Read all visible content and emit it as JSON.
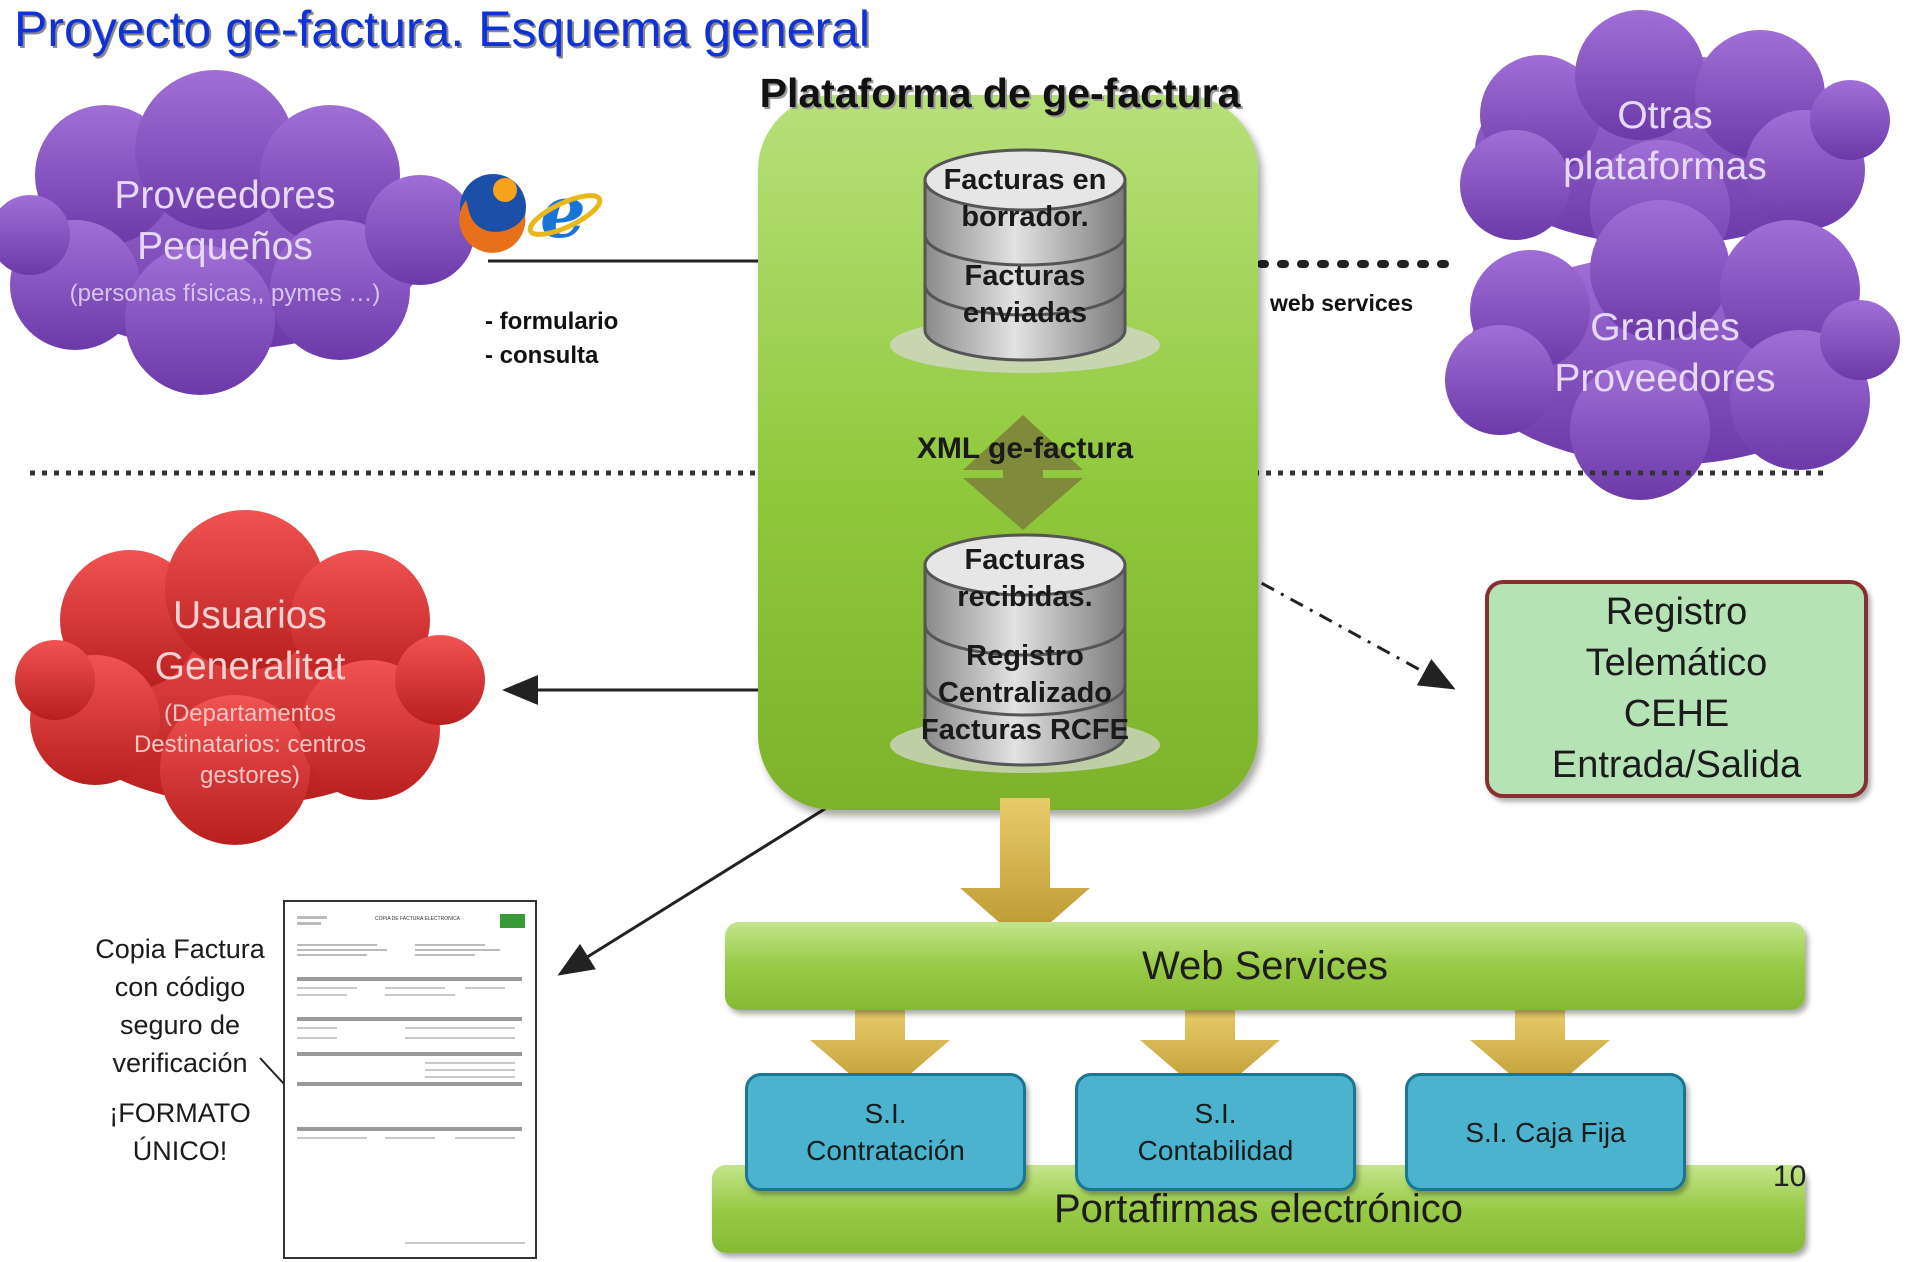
{
  "title": "Proyecto ge-factura. Esquema general",
  "platform": {
    "title": "Plataforma de ge-factura",
    "db_top": {
      "label1": "Facturas en borrador.",
      "label2": "Facturas enviadas"
    },
    "xml_label": "XML ge-factura",
    "db_bottom": {
      "label1": "Facturas recibidas.",
      "label2": "Registro Centralizado Facturas RCFE"
    }
  },
  "clouds": {
    "proveedores": {
      "title": "Proveedores Pequeños",
      "sub": "(personas físicas,, pymes …)"
    },
    "otras": {
      "title": "Otras plataformas"
    },
    "grandes": {
      "title": "Grandes Proveedores"
    },
    "usuarios": {
      "title": "Usuarios Generalitat",
      "sub": "(Departamentos Destinatarios: centros gestores)"
    }
  },
  "access": {
    "line1": "- formulario",
    "line2": "- consulta"
  },
  "web_services_label": "web services",
  "registro": {
    "line1": "Registro",
    "line2": "Telemático",
    "line3": "CEHE",
    "line4": "Entrada/Salida"
  },
  "bars": {
    "web_services": "Web Services",
    "portafirmas": "Portafirmas electrónico"
  },
  "systems": [
    {
      "line1": "S.I.",
      "line2": "Contratación"
    },
    {
      "line1": "S.I.",
      "line2": "Contabilidad"
    },
    {
      "line1": "S.I. Caja Fija",
      "line2": ""
    }
  ],
  "copia": {
    "l1": "Copia Factura",
    "l2": "con código",
    "l3": "seguro de",
    "l4": "verificación",
    "l5": "¡FORMATO",
    "l6": "ÚNICO!"
  },
  "document": {
    "heading": "COPIA DE FACTURA ELECTRONICA"
  },
  "page_number": "10",
  "colors": {
    "title": "#1030d8",
    "cloud_purple": "#8a55c0",
    "cloud_red": "#e03a3a",
    "platform_green": "#90c83c",
    "si_blue": "#4cb3cf",
    "arrow_gold": "#d8b848"
  }
}
